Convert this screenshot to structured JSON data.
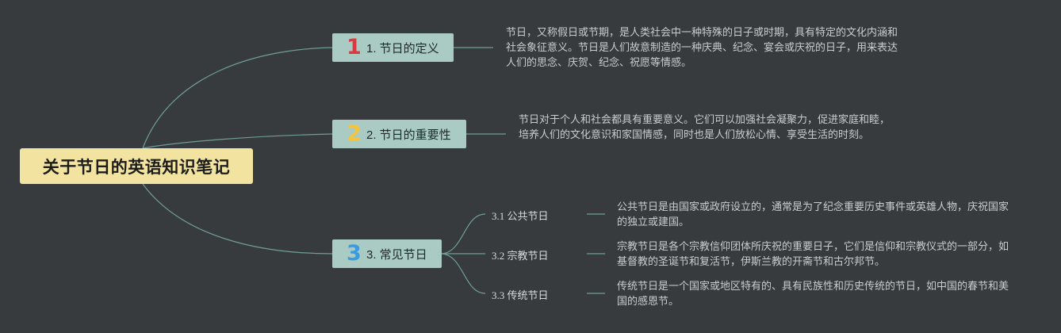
{
  "root": {
    "title": "关于节日的英语知识笔记"
  },
  "branches": [
    {
      "number": "1",
      "number_color": "#e2363f",
      "label": "1. 节日的定义",
      "description": "节日，又称假日或节期，是人类社会中一种特殊的日子或时期，具有特定的文化内涵和社会象征意义。节日是人们故意制造的一种庆典、纪念、宴会或庆祝的日子，用来表达人们的思念、庆贺、纪念、祝愿等情感。"
    },
    {
      "number": "2",
      "number_color": "#f2c53d",
      "label": "2. 节日的重要性",
      "description": "节日对于个人和社会都具有重要意义。它们可以加强社会凝聚力，促进家庭和睦，培养人们的文化意识和家国情感，同时也是人们放松心情、享受生活的时刻。"
    },
    {
      "number": "3",
      "number_color": "#3a9be0",
      "label": "3. 常见节日",
      "children": [
        {
          "label": "3.1 公共节日",
          "description": "公共节日是由国家或政府设立的，通常是为了纪念重要历史事件或英雄人物，庆祝国家的独立或建国。"
        },
        {
          "label": "3.2 宗教节日",
          "description": "宗教节日是各个宗教信仰团体所庆祝的重要日子，它们是信仰和宗教仪式的一部分，如基督教的圣诞节和复活节，伊斯兰教的开斋节和古尔邦节。"
        },
        {
          "label": "3.3 传统节日",
          "description": "传统节日是一个国家或地区特有的、具有民族性和历史传统的节日，如中国的春节和美国的感恩节。"
        }
      ]
    }
  ],
  "colors": {
    "background": "#373b3e",
    "root_fill": "#f2e3a0",
    "branch_fill": "#a9cbc4",
    "connector": "#6f9d95"
  }
}
